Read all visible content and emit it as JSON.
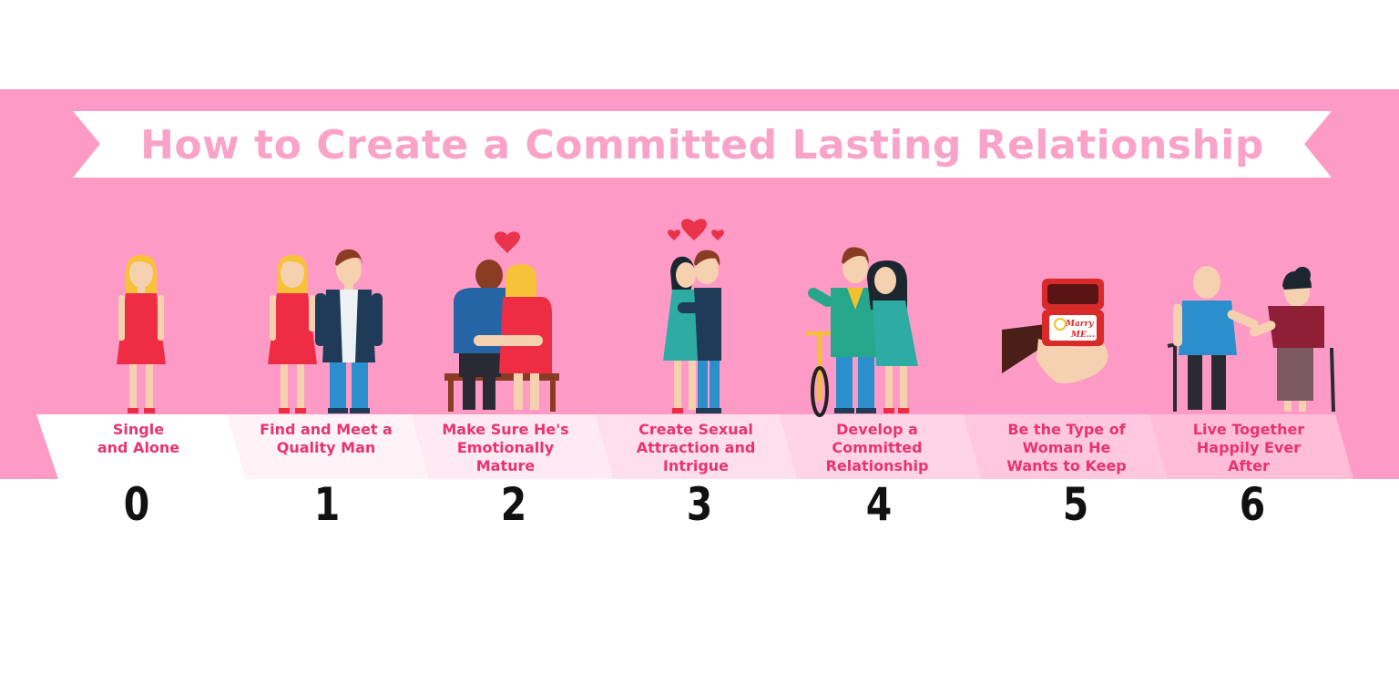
{
  "title": "How to Create a Committed Lasting Relationship",
  "steps": [
    {
      "number": "0",
      "label_lines": [
        "Single",
        "and Alone"
      ]
    },
    {
      "number": "1",
      "label_lines": [
        "Find and Meet a",
        "Quality Man"
      ]
    },
    {
      "number": "2",
      "label_lines": [
        "Make Sure He's",
        "Emotionally",
        "Mature"
      ]
    },
    {
      "number": "3",
      "label_lines": [
        "Create Sexual",
        "Attraction and",
        "Intrigue"
      ]
    },
    {
      "number": "4",
      "label_lines": [
        "Develop a",
        "Committed",
        "Relationship"
      ]
    },
    {
      "number": "5",
      "label_lines": [
        "Be the Type of",
        "Woman He",
        "Wants to Keep"
      ]
    },
    {
      "number": "6",
      "label_lines": [
        "Live Together",
        "Happily Ever",
        "After"
      ]
    }
  ],
  "ring_box_text": [
    "Marry",
    "ME..."
  ],
  "colors": {
    "band": "#fd9bc6",
    "title": "#f9a3c9",
    "label": "#e8336f",
    "number": "#111111",
    "heart": "#e8334a"
  }
}
